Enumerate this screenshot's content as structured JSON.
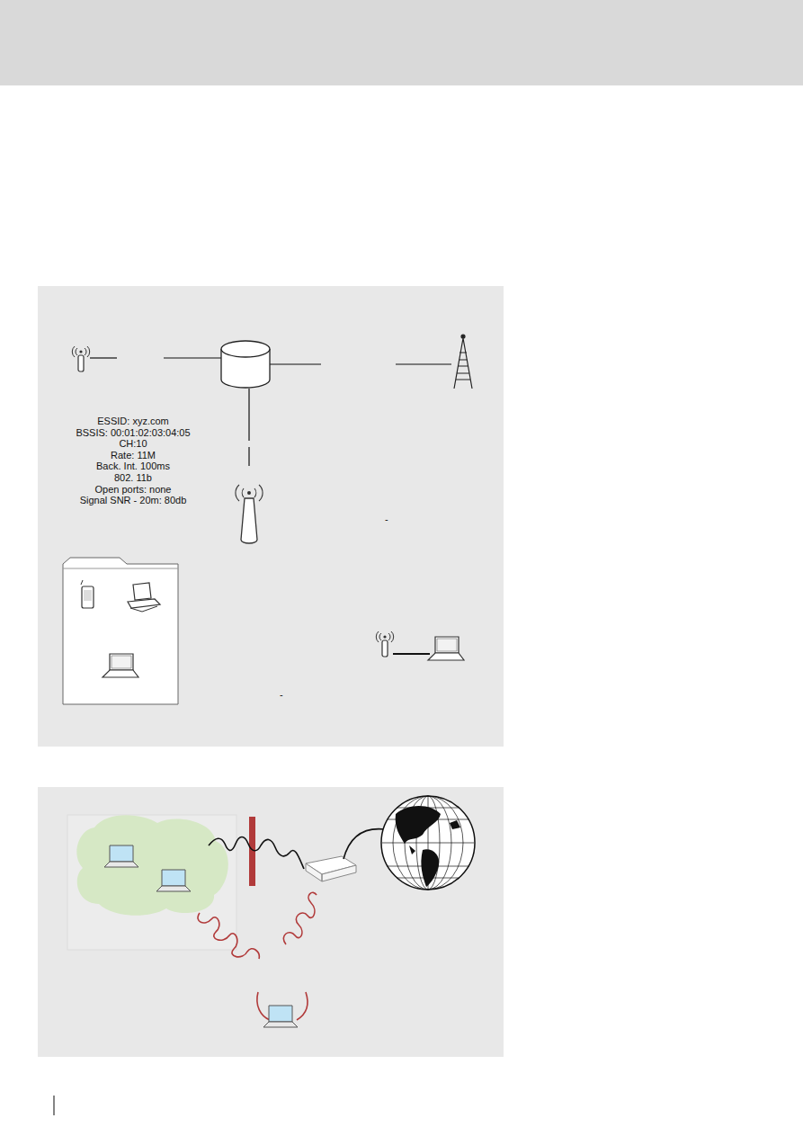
{
  "diagram": {
    "labels": [
      "ESSID: xyz.com",
      "BSSIS: 00:01:02:03:04:05",
      "CH:10",
      "Rate: 11M",
      "Back. Int. 100ms",
      "802. 11b",
      "Open ports: none",
      "Signal SNR - 20m: 80db",
      "-",
      "-"
    ]
  }
}
